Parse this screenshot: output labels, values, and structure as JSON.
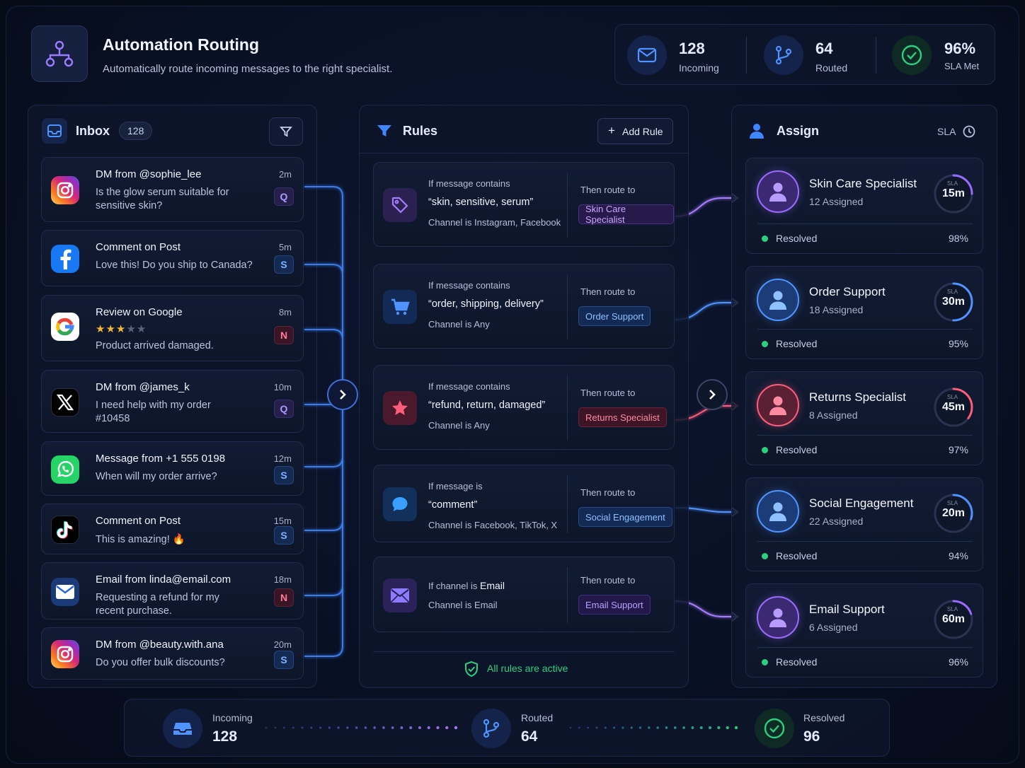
{
  "header": {
    "title": "Automation Routing",
    "subtitle": "Automatically route incoming messages to the right specialist."
  },
  "stats": [
    {
      "value": "128",
      "label": "Incoming"
    },
    {
      "value": "64",
      "label": "Routed"
    },
    {
      "value": "96%",
      "label": "SLA Met"
    }
  ],
  "inbox": {
    "title": "Inbox",
    "count": "128",
    "messages": [
      {
        "source": "instagram",
        "title": "DM from @sophie_lee",
        "body1": "Is the glow serum suitable for",
        "body2": "sensitive skin?",
        "time": "2m",
        "tag": "Q"
      },
      {
        "source": "facebook",
        "title": "Comment on Post",
        "body1": "Love this! Do you ship to Canada?",
        "body2": "",
        "time": "5m",
        "tag": "S"
      },
      {
        "source": "google",
        "title": "Review on Google",
        "rating": 3,
        "body1": "Product arrived damaged.",
        "body2": "",
        "time": "8m",
        "tag": "N"
      },
      {
        "source": "x",
        "title": "DM from @james_k",
        "body1": "I need help with my order",
        "body2": "#10458",
        "time": "10m",
        "tag": "Q"
      },
      {
        "source": "whatsapp",
        "title": "Message from +1 555 0198",
        "body1": "When will my order arrive?",
        "body2": "",
        "time": "12m",
        "tag": "S"
      },
      {
        "source": "tiktok",
        "title": "Comment on Post",
        "body1": "This is amazing! 🔥",
        "body2": "",
        "time": "15m",
        "tag": "S"
      },
      {
        "source": "email",
        "title": "Email from linda@email.com",
        "body1": "Requesting a refund for my",
        "body2": "recent purchase.",
        "time": "18m",
        "tag": "N"
      },
      {
        "source": "instagram",
        "title": "DM from @beauty.with.ana",
        "body1": "Do you offer bulk discounts?",
        "body2": "",
        "time": "20m",
        "tag": "S"
      }
    ]
  },
  "rules": {
    "title": "Rules",
    "add_label": "Add Rule",
    "footer": "All rules are active",
    "items": [
      {
        "cond": "If message contains",
        "keywords": "“skin, sensitive, serum”",
        "channel": "Channel is Instagram, Facebook",
        "then": "Then route to",
        "target": "Skin Care Specialist",
        "color": "#b47bff"
      },
      {
        "cond": "If message contains",
        "keywords": "“order, shipping, delivery”",
        "channel": "Channel is Any",
        "then": "Then route to",
        "target": "Order Support",
        "color": "#5aa2ff"
      },
      {
        "cond": "If message contains",
        "keywords": "“refund, return, damaged”",
        "channel": "Channel is Any",
        "then": "Then route to",
        "target": "Returns Specialist",
        "color": "#ff5c7c"
      },
      {
        "cond": "If message is",
        "keywords": "“comment”",
        "channel": "Channel is Facebook, TikTok, X",
        "then": "Then route to",
        "target": "Social Engagement",
        "color": "#5aa2ff"
      },
      {
        "cond": "If channel is",
        "cond_bold": "Email",
        "keywords": "",
        "channel": "Channel is Email",
        "then": "Then route to",
        "target": "Email Support",
        "color": "#a48bff"
      }
    ]
  },
  "assign": {
    "title": "Assign",
    "sla_label": "SLA",
    "teams": [
      {
        "name": "Skin Care Specialist",
        "assigned": "12 Assigned",
        "sla_tag": "SLA",
        "sla": "15m",
        "sla_progress": 0.25,
        "resolved_label": "Resolved",
        "resolved": "98%",
        "color": "#9b6bff"
      },
      {
        "name": "Order Support",
        "assigned": "18 Assigned",
        "sla_tag": "SLA",
        "sla": "30m",
        "sla_progress": 0.5,
        "resolved_label": "Resolved",
        "resolved": "95%",
        "color": "#4f93ff"
      },
      {
        "name": "Returns Specialist",
        "assigned": "8 Assigned",
        "sla_tag": "SLA",
        "sla": "45m",
        "sla_progress": 0.35,
        "resolved_label": "Resolved",
        "resolved": "97%",
        "color": "#ff5c7c"
      },
      {
        "name": "Social Engagement",
        "assigned": "22 Assigned",
        "sla_tag": "SLA",
        "sla": "20m",
        "sla_progress": 0.3,
        "resolved_label": "Resolved",
        "resolved": "94%",
        "color": "#4f93ff"
      },
      {
        "name": "Email Support",
        "assigned": "6 Assigned",
        "sla_tag": "SLA",
        "sla": "60m",
        "sla_progress": 0.2,
        "resolved_label": "Resolved",
        "resolved": "96%",
        "color": "#9b6bff"
      }
    ]
  },
  "summary": [
    {
      "label": "Incoming",
      "value": "128"
    },
    {
      "label": "Routed",
      "value": "64"
    },
    {
      "label": "Resolved",
      "value": "96"
    }
  ],
  "colors": {
    "accent": "#4f93ff",
    "success": "#2bd17e",
    "danger": "#ff5c7c",
    "purple": "#9b6bff"
  }
}
